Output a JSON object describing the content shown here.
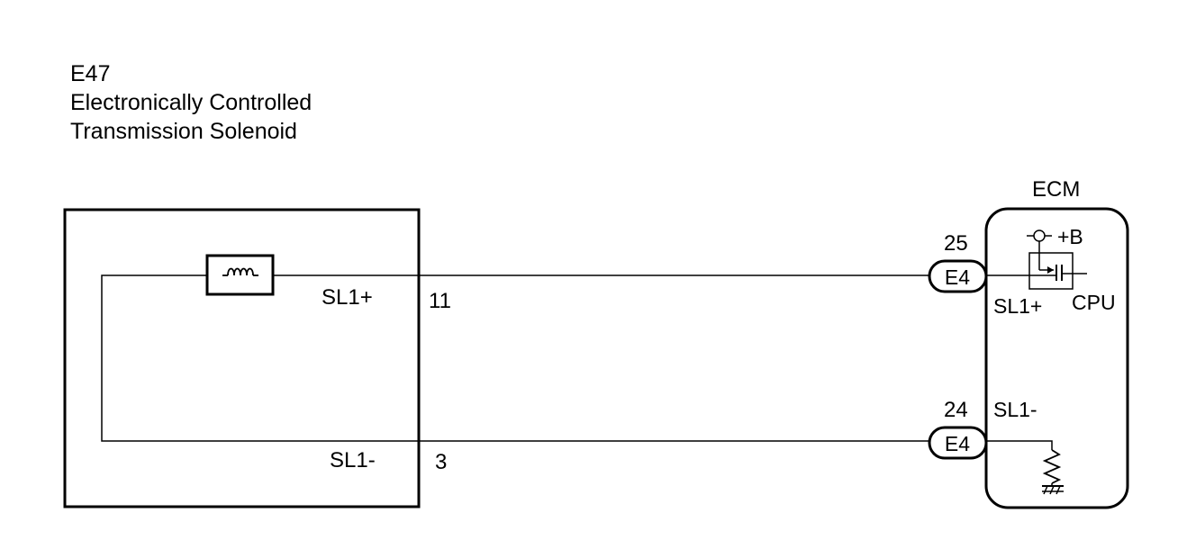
{
  "component": {
    "code": "E47",
    "name_line1": "Electronically Controlled",
    "name_line2": "Transmission Solenoid",
    "pin_plus_label": "SL1+",
    "pin_plus_number": "11",
    "pin_minus_label": "SL1-",
    "pin_minus_number": "3"
  },
  "ecm": {
    "title": "ECM",
    "connector_plus_pin": "25",
    "connector_plus_code": "E4",
    "connector_minus_pin": "24",
    "connector_minus_code": "E4",
    "signal_plus": "SL1+",
    "signal_minus": "SL1-",
    "supply_label": "+B",
    "cpu_label": "CPU"
  },
  "colors": {
    "line": "#000000",
    "background": "#ffffff"
  }
}
